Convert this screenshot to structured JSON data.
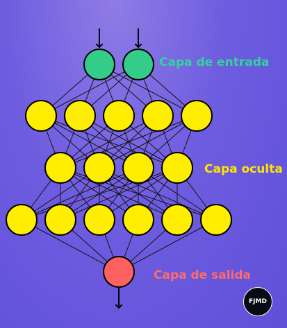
{
  "labels": {
    "input_layer": "Capa de entrada",
    "hidden_layer": "Capa oculta",
    "output_layer": "Capa de salida"
  },
  "logo": {
    "text": "FJMD"
  },
  "network": {
    "layer_sizes": [
      2,
      5,
      4,
      6,
      1
    ],
    "input_arrows": 2,
    "output_arrows": 1
  },
  "colors": {
    "input_node": "#33cc88",
    "hidden_node": "#ffee00",
    "output_node": "#ff6060",
    "edge": "#111111",
    "input_label": "#2fd699",
    "hidden_label": "#ffe600",
    "output_label": "#ff6b6b"
  }
}
